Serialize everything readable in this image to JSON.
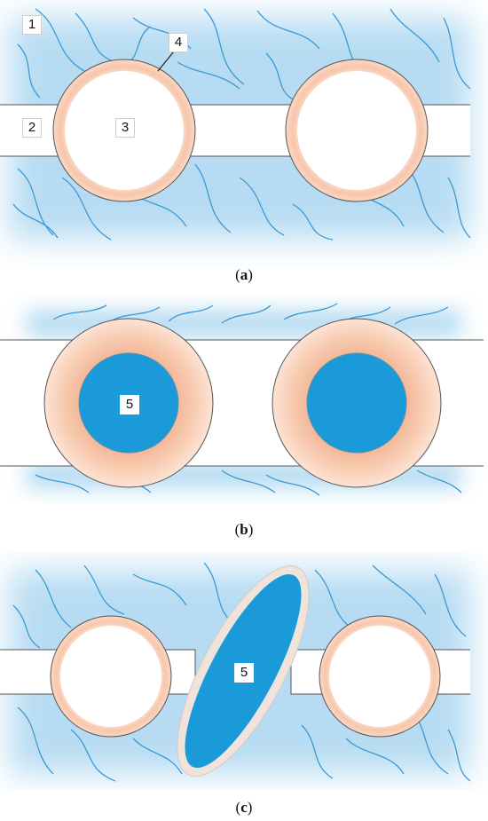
{
  "labels": {
    "a1": "1",
    "a2": "2",
    "a3": "3",
    "a4": "4",
    "b5": "5",
    "c5": "5"
  },
  "captions": {
    "a": "a",
    "b": "b",
    "c": "c"
  },
  "colors": {
    "background_haze": "#9fd0ee",
    "fiber": "#3a9ad6",
    "shell": "#f7c9ae",
    "core_filled": "#1a9ad8",
    "outline": "#555555"
  }
}
